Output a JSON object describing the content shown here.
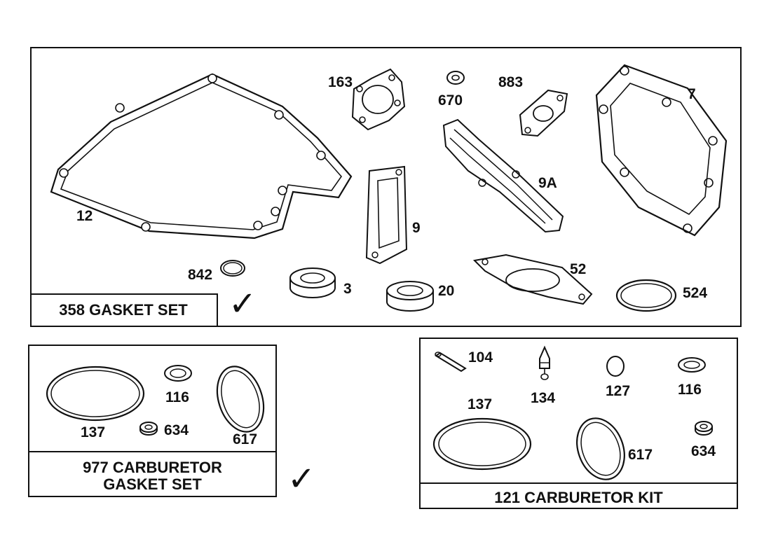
{
  "panels": {
    "gasket_set": {
      "title": "358 GASKET SET",
      "labels": {
        "p12": "12",
        "p163": "163",
        "p670": "670",
        "p883": "883",
        "p7": "7",
        "p9a": "9A",
        "p9": "9",
        "p842": "842",
        "p3": "3",
        "p20": "20",
        "p52": "52",
        "p524": "524"
      }
    },
    "carb_gasket_set": {
      "title_line1": "977 CARBURETOR",
      "title_line2": "GASKET SET",
      "labels": {
        "p137": "137",
        "p116": "116",
        "p634": "634",
        "p617": "617"
      }
    },
    "carb_kit": {
      "title": "121 CARBURETOR KIT",
      "labels": {
        "p104": "104",
        "p134": "134",
        "p127": "127",
        "p116": "116",
        "p137": "137",
        "p617": "617",
        "p634": "634"
      }
    }
  },
  "marks": {
    "checkmark": "✓"
  }
}
